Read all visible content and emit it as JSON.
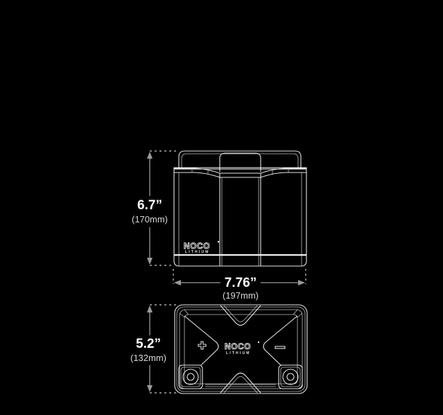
{
  "diagram": {
    "subject": "NOCO Lithium battery dimensions",
    "background": "#000000",
    "line_color": "#e6e6e6",
    "dimension_color": "#9a9a9a",
    "front_view": {
      "logo": {
        "brand": "NOCO",
        "registered_mark": "®",
        "sub": "LITHIUM"
      },
      "height": {
        "inches": "6.7”",
        "mm": "(170mm)"
      },
      "width": {
        "inches": "7.76”",
        "mm": "(197mm)"
      }
    },
    "top_view": {
      "logo": {
        "brand": "NOCO",
        "registered_mark": "®",
        "sub": "LITHIUM"
      },
      "positive_terminal": "+",
      "negative_terminal": "−",
      "depth": {
        "inches": "5.2”",
        "mm": "(132mm)"
      }
    }
  }
}
